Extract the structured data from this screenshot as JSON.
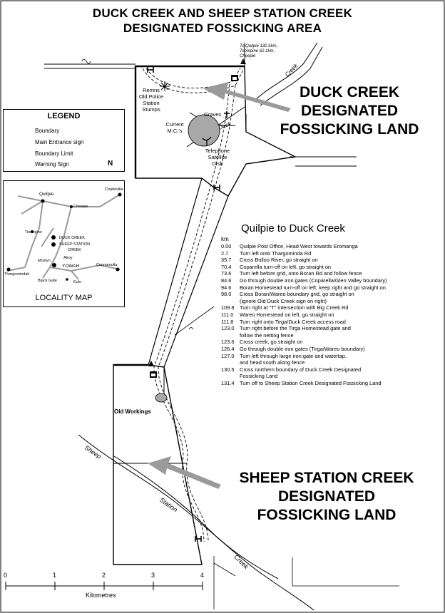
{
  "title": {
    "line1": "DUCK CREEK AND SHEEP STATION CREEK",
    "line2": "DESIGNATED FOSSICKING AREA"
  },
  "duck_area_label": [
    "DUCK CREEK",
    "DESIGNATED",
    "FOSSICKING LAND"
  ],
  "sheep_area_label": [
    "SHEEP STATION CREEK",
    "DESIGNATED",
    "FOSSICKING LAND"
  ],
  "map_labels": {
    "to_quilpie": [
      "To Quilpie 130.5km,",
      "Toompine 62.1km,",
      "Cheepie"
    ],
    "creek_ne": "Creek",
    "remns": [
      "Remns",
      "Old Police",
      "Station",
      "Stumps"
    ],
    "graves": "Graves",
    "current_mcs": [
      "Current",
      "M.C.'s"
    ],
    "duck": "Duck",
    "telephone": [
      "Telephone",
      "Satellite",
      "Dish"
    ],
    "old_workings": "Old Workings",
    "sheep": "Sheep",
    "station": "Station",
    "creek_se": "Creek"
  },
  "legend": {
    "title": "LEGEND",
    "items": [
      "Boundary",
      "Main Entrance sign",
      "Boundary Limit",
      "Warning Sign"
    ],
    "north": "N"
  },
  "locality_map": {
    "caption": "LOCALITY MAP",
    "towns": [
      "Quilpie",
      "Charleville",
      "Cheepie",
      "Toompine",
      "DUCK CREEK",
      "SHEEP STATION",
      "CREEK",
      "Alroy",
      "Mostyn",
      "YOWAH",
      "Cunnamulla",
      "Thargomindah",
      "Black Gate",
      "Eulo"
    ]
  },
  "route": {
    "title": "Quilpie to Duck Creek",
    "unit": "km",
    "steps": [
      {
        "km": "0.00",
        "text": "Quilpie Post Office, Head West towards Eromanga"
      },
      {
        "km": "2.7",
        "text": "Turn left onto Thargominda Rd"
      },
      {
        "km": "35.7",
        "text": "Cross Bulloo River, go straight on"
      },
      {
        "km": "70.4",
        "text": "Coparella turn-off on left, go straight on"
      },
      {
        "km": "73.6",
        "text": "Turn left before grid, onto Boran Rd and follow fence"
      },
      {
        "km": "84.6",
        "text": "Go through double iron gates (Coparella/Glen Valley boundary)"
      },
      {
        "km": "94.6",
        "text": "Boran Homestead turn-off on left, keep right and go straight on"
      },
      {
        "km": "98.0",
        "text": "Cross Boran/Wareo boundary grid, go straight on",
        "text2": "(ignore Old Duck Creek sign on right)"
      },
      {
        "km": "109.8",
        "text": "Turn right at \"T\" intersection with Big Creek Rd"
      },
      {
        "km": "111.0",
        "text": "Wareo Homestead on left, go straight on"
      },
      {
        "km": "111.8",
        "text": "Turn right onto Tirga/Duck Creek access road"
      },
      {
        "km": "123.0",
        "text": "Turn right before the Tirga Homestead gate and",
        "text2": "follow the netting fence"
      },
      {
        "km": "123.6",
        "text": "Cross creek, go straight on"
      },
      {
        "km": "126.4",
        "text": "Go through double iron gates (Tirga/Wareo boundary)"
      },
      {
        "km": "127.0",
        "text": "Turn left through large iron gate and watertap,",
        "text2": "and head south along fence"
      },
      {
        "km": "130.5",
        "text": "Cross northern boundary of Duck Creek Designated",
        "text2": "Fossicking Land"
      },
      {
        "km": "131.4",
        "text": "Turn off to Sheep Station Creek Designated Fossicking Land"
      }
    ]
  },
  "scale": {
    "ticks": [
      "0",
      "1",
      "2",
      "3",
      "4"
    ],
    "label": "Kilometres"
  },
  "colors": {
    "arrow": "#9a9a9a",
    "workings": "#a8a8a8"
  }
}
